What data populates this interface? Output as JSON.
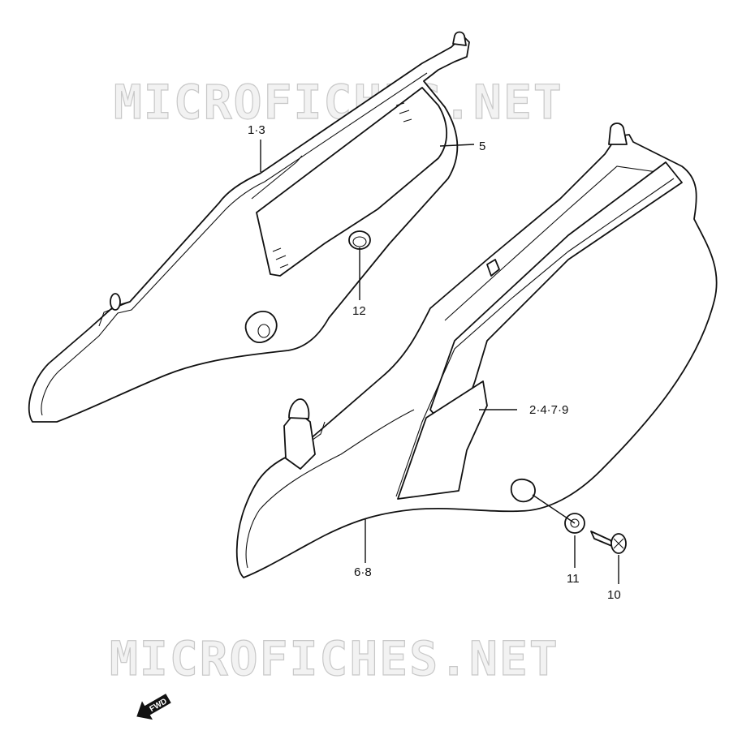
{
  "watermark": {
    "top": "MICROFICHES.NET",
    "bottom": "MICROFICHES.NET"
  },
  "callouts": [
    {
      "id": "c13",
      "label": "1·3"
    },
    {
      "id": "c5",
      "label": "5"
    },
    {
      "id": "c12",
      "label": "12"
    },
    {
      "id": "c2479",
      "label": "2·4·7·9"
    },
    {
      "id": "c68",
      "label": "6·8"
    },
    {
      "id": "c11",
      "label": "11"
    },
    {
      "id": "c10",
      "label": "10"
    }
  ],
  "fwd_label": "FWD",
  "icons": [
    "fwd-arrow-icon"
  ]
}
